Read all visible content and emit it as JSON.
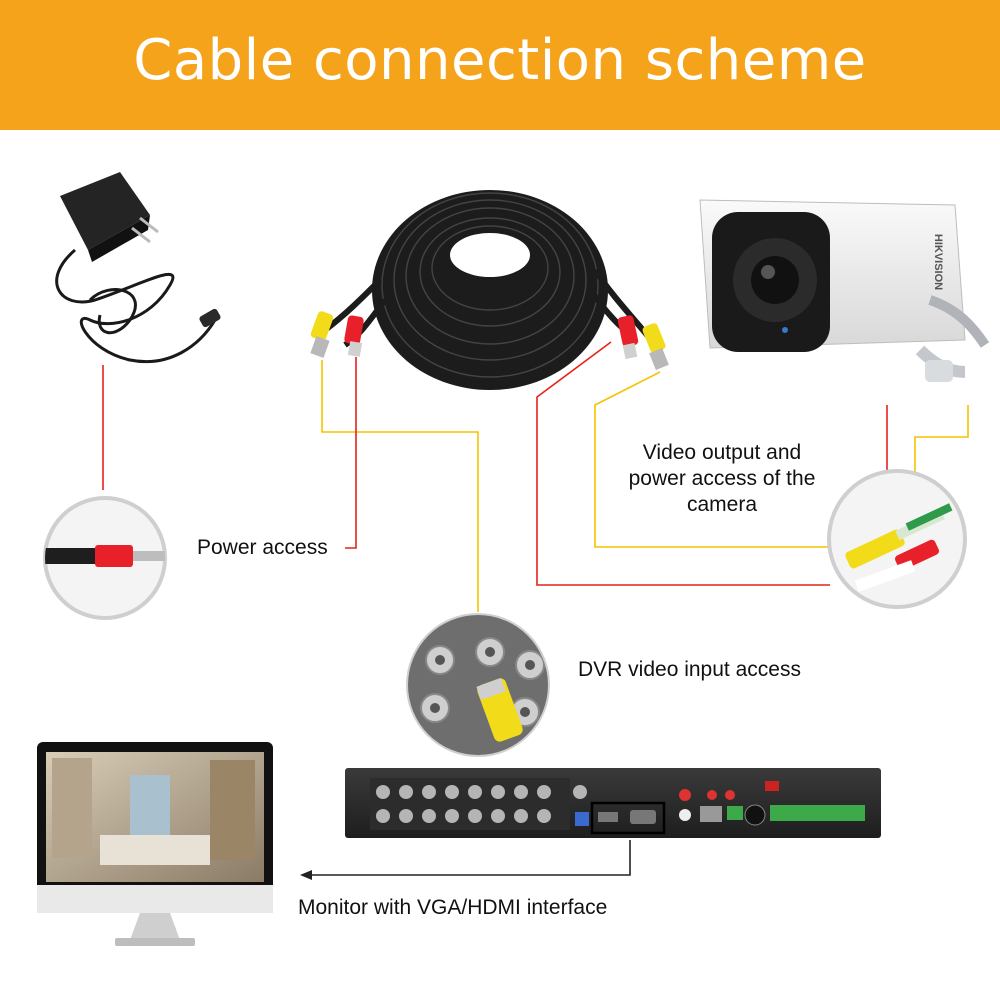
{
  "title": "Cable connection scheme",
  "labels": {
    "power_access": "Power access",
    "video_output": "Video output and power access of the camera",
    "dvr_input": "DVR video input access",
    "monitor": "Monitor with VGA/HDMI interface"
  },
  "camera_brand": "HIKVISION",
  "colors": {
    "banner": "#f4a31a",
    "red_line": "#e2231a",
    "yellow_line": "#f4c400",
    "connector_yellow": "#f2dc1a",
    "connector_red": "#e8202a",
    "cable_black": "#1c1c1c"
  }
}
